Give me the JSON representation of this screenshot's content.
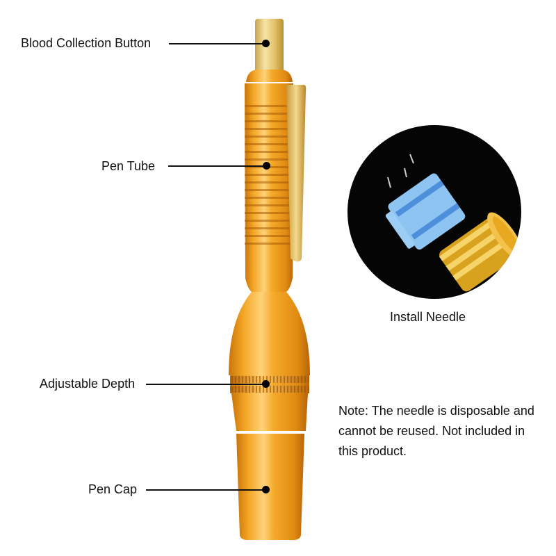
{
  "callouts": [
    {
      "label": "Blood Collection Button"
    },
    {
      "label": "Pen Tube"
    },
    {
      "label": "Adjustable Depth"
    },
    {
      "label": "Pen Cap"
    }
  ],
  "inset": {
    "caption": "Install Needle"
  },
  "note": "Note: The needle is disposable and cannot be reused. Not included in this product.",
  "colors": {
    "gold_body": "#F0A21C",
    "button_gold": "#E6C66A",
    "needle_hub": "#8EC4F2",
    "inset_bg": "#050505"
  }
}
